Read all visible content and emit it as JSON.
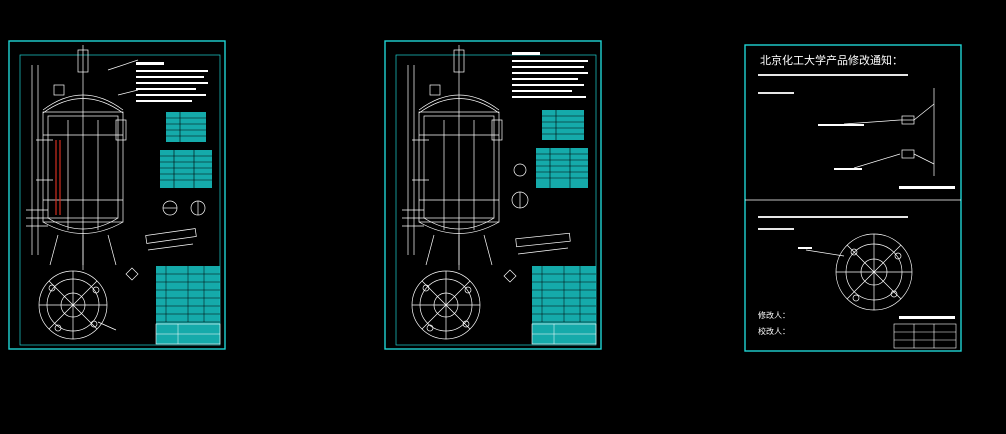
{
  "canvas": {
    "background": "#000000"
  },
  "colors": {
    "frame": "#1fd4d4",
    "line": "#ffffff",
    "accent": "#19c8c8",
    "red": "#d23020"
  },
  "sheets": [
    {
      "id": "drawing-1",
      "kind": "vessel-assembly"
    },
    {
      "id": "drawing-2",
      "kind": "vessel-assembly"
    },
    {
      "id": "notice",
      "kind": "revision-notice",
      "title": "北京化工大学产品修改通知：",
      "note_sign_1": "修改人：",
      "note_sign_2": "校改人："
    }
  ]
}
